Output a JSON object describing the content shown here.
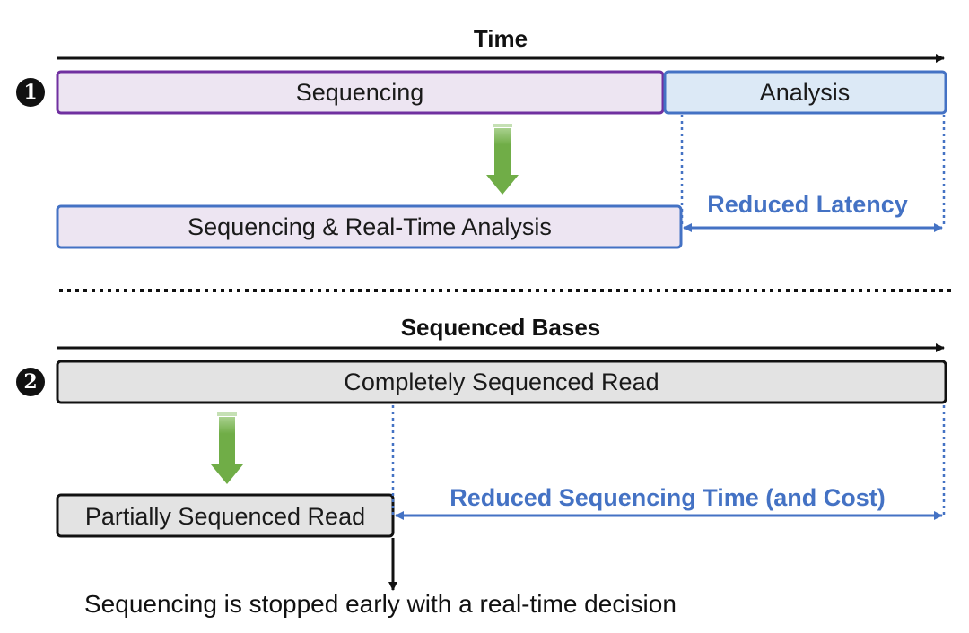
{
  "colors": {
    "purple_border": "#7030a0",
    "purple_fill": "#ede5f2",
    "blue_border": "#4472c4",
    "blue_fill": "#dce9f6",
    "gray_fill": "#e3e3e3",
    "black": "#111111",
    "green_arrow": "#70ad47",
    "blue_text": "#4472c4"
  },
  "section_1": {
    "marker": "1",
    "axis_title": "Time",
    "sequencing_label": "Sequencing",
    "analysis_label": "Analysis",
    "combined_label": "Sequencing & Real-Time Analysis",
    "benefit_label": "Reduced Latency",
    "icons": [
      "down-arrow-icon",
      "double-headed-arrow-icon"
    ]
  },
  "section_2": {
    "marker": "2",
    "axis_title": "Sequenced Bases",
    "complete_read_label": "Completely Sequenced Read",
    "partial_read_label": "Partially Sequenced Read",
    "benefit_label": "Reduced Sequencing Time (and Cost)",
    "footnote": "Sequencing is stopped early with a real-time decision",
    "icons": [
      "down-arrow-icon",
      "double-headed-arrow-icon",
      "stop-arrow-icon"
    ]
  }
}
